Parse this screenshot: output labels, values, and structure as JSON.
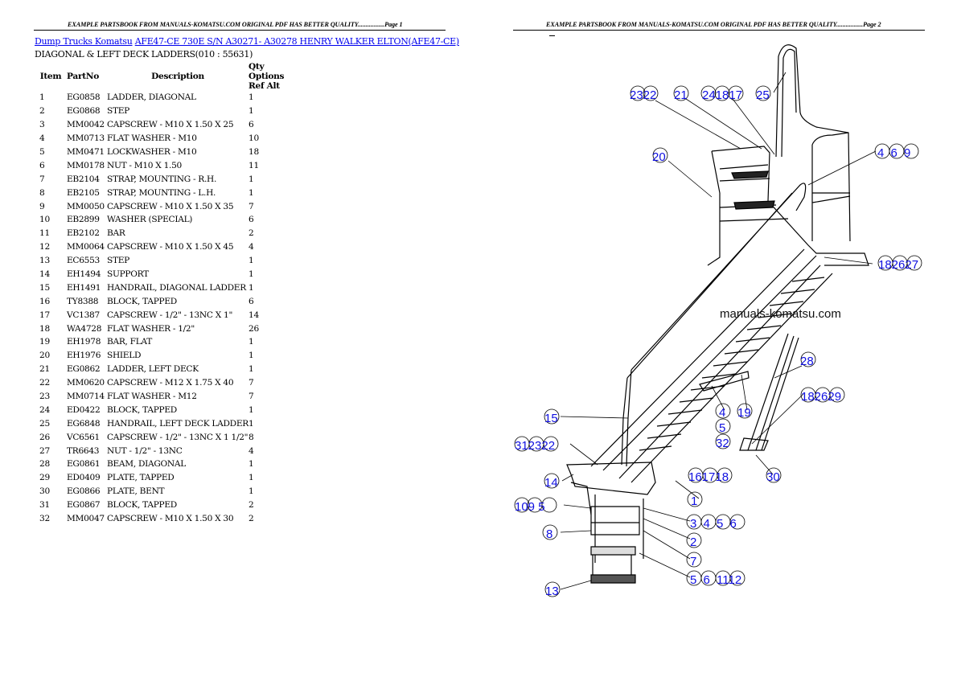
{
  "pages": {
    "left": {
      "header": "EXAMPLE PARTSBOOK FROM MANUALS-KOMATSU.COM ORIGINAL PDF HAS BETTER QUALITY.................Page 1",
      "breadcrumb": {
        "link1": "Dump Trucks Komatsu",
        "link2": "AFE47-CE 730E S/N A30271- A30278 HENRY WALKER ELTON(AFE47-CE)"
      },
      "section_title": "DIAGONAL & LEFT DECK LADDERS(010 : 55631)",
      "table": {
        "headers": {
          "item": "Item",
          "partno": "PartNo",
          "description": "Description",
          "qty": "Qty Options Ref Alt"
        },
        "rows": [
          {
            "item": "1",
            "partno": "EG0858",
            "description": "LADDER, DIAGONAL",
            "qty": "1"
          },
          {
            "item": "2",
            "partno": "EG0868",
            "description": "STEP",
            "qty": "1"
          },
          {
            "item": "3",
            "partno": "MM0042",
            "description": "CAPSCREW - M10 X 1.50 X 25",
            "qty": "6"
          },
          {
            "item": "4",
            "partno": "MM0713",
            "description": "FLAT WASHER - M10",
            "qty": "10"
          },
          {
            "item": "5",
            "partno": "MM0471",
            "description": "LOCKWASHER - M10",
            "qty": "18"
          },
          {
            "item": "6",
            "partno": "MM0178",
            "description": "NUT - M10 X 1.50",
            "qty": "11"
          },
          {
            "item": "7",
            "partno": "EB2104",
            "description": "STRAP, MOUNTING - R.H.",
            "qty": "1"
          },
          {
            "item": "8",
            "partno": "EB2105",
            "description": "STRAP, MOUNTING - L.H.",
            "qty": "1"
          },
          {
            "item": "9",
            "partno": "MM0050",
            "description": "CAPSCREW - M10 X 1.50 X 35",
            "qty": "7"
          },
          {
            "item": "10",
            "partno": "EB2899",
            "description": "WASHER (SPECIAL)",
            "qty": "6"
          },
          {
            "item": "11",
            "partno": "EB2102",
            "description": "BAR",
            "qty": "2"
          },
          {
            "item": "12",
            "partno": "MM0064",
            "description": "CAPSCREW - M10 X 1.50 X 45",
            "qty": "4"
          },
          {
            "item": "13",
            "partno": "EC6553",
            "description": "STEP",
            "qty": "1"
          },
          {
            "item": "14",
            "partno": "EH1494",
            "description": "SUPPORT",
            "qty": "1"
          },
          {
            "item": "15",
            "partno": "EH1491",
            "description": "HANDRAIL, DIAGONAL LADDER",
            "qty": "1"
          },
          {
            "item": "16",
            "partno": "TY8388",
            "description": "BLOCK, TAPPED",
            "qty": "6"
          },
          {
            "item": "17",
            "partno": "VC1387",
            "description": "CAPSCREW - 1/2\" - 13NC X 1\"",
            "qty": "14"
          },
          {
            "item": "18",
            "partno": "WA4728",
            "description": "FLAT WASHER - 1/2\"",
            "qty": "26"
          },
          {
            "item": "19",
            "partno": "EH1978",
            "description": "BAR, FLAT",
            "qty": "1"
          },
          {
            "item": "20",
            "partno": "EH1976",
            "description": "SHIELD",
            "qty": "1"
          },
          {
            "item": "21",
            "partno": "EG0862",
            "description": "LADDER, LEFT DECK",
            "qty": "1"
          },
          {
            "item": "22",
            "partno": "MM0620",
            "description": "CAPSCREW - M12 X 1.75 X 40",
            "qty": "7"
          },
          {
            "item": "23",
            "partno": "MM0714",
            "description": "FLAT WASHER - M12",
            "qty": "7"
          },
          {
            "item": "24",
            "partno": "ED0422",
            "description": "BLOCK, TAPPED",
            "qty": "1"
          },
          {
            "item": "25",
            "partno": "EG6848",
            "description": "HANDRAIL, LEFT DECK LADDER",
            "qty": "1"
          },
          {
            "item": "26",
            "partno": "VC6561",
            "description": "CAPSCREW - 1/2\" - 13NC X 1 1/2\"",
            "qty": "8"
          },
          {
            "item": "27",
            "partno": "TR6643",
            "description": "NUT - 1/2\" - 13NC",
            "qty": "4"
          },
          {
            "item": "28",
            "partno": "EG0861",
            "description": "BEAM, DIAGONAL",
            "qty": "1"
          },
          {
            "item": "29",
            "partno": "ED0409",
            "description": "PLATE, TAPPED",
            "qty": "1"
          },
          {
            "item": "30",
            "partno": "EG0866",
            "description": "PLATE, BENT",
            "qty": "1"
          },
          {
            "item": "31",
            "partno": "EG0867",
            "description": "BLOCK, TAPPED",
            "qty": "2"
          },
          {
            "item": "32",
            "partno": "MM0047",
            "description": "CAPSCREW - M10 X 1.50 X 30",
            "qty": "2"
          }
        ]
      }
    },
    "right": {
      "header": "EXAMPLE PARTSBOOK FROM MANUALS-KOMATSU.COM ORIGINAL PDF HAS BETTER QUALITY.................Page 2",
      "watermark": "manuals-komatsu.com",
      "callouts": {
        "c2322": "2322",
        "c21": "21",
        "c241817": "241817",
        "c25": "25",
        "c20": "20",
        "c469": "4 6 9",
        "c182627": "182627",
        "c28": "28",
        "c182629": "182629",
        "c4": "4",
        "c19": "19",
        "c5a": "5",
        "c32": "32",
        "c15": "15",
        "c312322": "312322",
        "c14": "14",
        "c161718": "161718",
        "c30": "30",
        "c1": "1",
        "c1095": "109 5",
        "c3456": "3 4 5 6",
        "c8": "8",
        "c2": "2",
        "c7": "7",
        "c561112": "5 6 1112",
        "c13": "13"
      }
    }
  },
  "colors": {
    "link": "#0000ee",
    "callout": "#1010e0"
  }
}
